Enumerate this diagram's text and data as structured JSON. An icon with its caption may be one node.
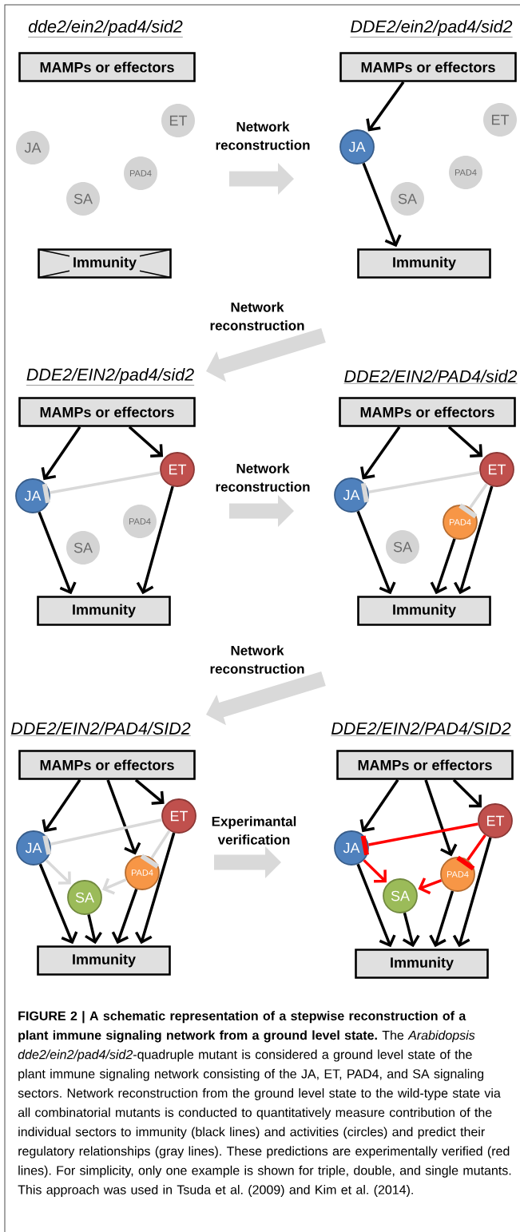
{
  "diagram": {
    "nodes": [
      {
        "text": [
          "MAMPs or effectors"
        ]
      },
      {
        "text": [
          "JA"
        ]
      },
      {
        "text": [
          "ET"
        ]
      },
      {
        "text": [
          "PAD4"
        ]
      },
      {
        "text": [
          "SA"
        ]
      },
      {
        "text": [
          "Immunity"
        ]
      },
      {
        "text": [
          "MAMPs or effectors"
        ]
      },
      {
        "text": [
          "JA"
        ]
      },
      {
        "text": [
          "ET"
        ]
      },
      {
        "text": [
          "PAD4"
        ]
      },
      {
        "text": [
          "SA"
        ]
      },
      {
        "text": [
          "Immunity"
        ]
      },
      {
        "text": [
          "MAMPs or effectors"
        ]
      },
      {
        "text": [
          "JA"
        ]
      },
      {
        "text": [
          "ET"
        ]
      },
      {
        "text": [
          "PAD4"
        ]
      },
      {
        "text": [
          "SA"
        ]
      },
      {
        "text": [
          "Immunity"
        ]
      },
      {
        "text": [
          "MAMPs or effectors"
        ]
      },
      {
        "text": [
          "JA"
        ]
      },
      {
        "text": [
          "ET"
        ]
      },
      {
        "text": [
          "PAD4"
        ]
      },
      {
        "text": [
          "SA"
        ]
      },
      {
        "text": [
          "Immunity"
        ]
      },
      {
        "text": [
          "MAMPs or effectors"
        ]
      },
      {
        "text": [
          "JA"
        ]
      },
      {
        "text": [
          "ET"
        ]
      },
      {
        "text": [
          "PAD4"
        ]
      },
      {
        "text": [
          "SA"
        ]
      },
      {
        "text": [
          "Immunity"
        ]
      },
      {
        "text": [
          "MAMPs or effectors"
        ]
      },
      {
        "text": [
          "JA"
        ]
      },
      {
        "text": [
          "ET"
        ]
      },
      {
        "text": [
          "PAD4"
        ]
      },
      {
        "text": [
          "SA"
        ]
      },
      {
        "text": [
          "Immunity"
        ]
      }
    ],
    "edges": [
      {
        "from": 6,
        "to": 7,
        "arrow": "to"
      },
      {
        "from": 7,
        "to": 11,
        "arrow": "to"
      },
      {
        "from": 12,
        "to": 13,
        "arrow": "to"
      },
      {
        "from": 12,
        "to": 14,
        "arrow": "to"
      },
      {
        "from": 14,
        "to": 13,
        "arrow": "other",
        "color": "#d9d9d9"
      },
      {
        "from": 13,
        "to": 17,
        "arrow": "to"
      },
      {
        "from": 14,
        "to": 17,
        "arrow": "to"
      },
      {
        "from": 18,
        "to": 19,
        "arrow": "to"
      },
      {
        "from": 18,
        "to": 20,
        "arrow": "to"
      },
      {
        "from": 20,
        "to": 19,
        "arrow": "other",
        "color": "#d9d9d9"
      },
      {
        "from": 20,
        "to": 21,
        "arrow": "other",
        "color": "#d9d9d9"
      },
      {
        "from": 19,
        "to": 23,
        "arrow": "to"
      },
      {
        "from": 21,
        "to": 23,
        "arrow": "to"
      },
      {
        "from": 20,
        "to": 23,
        "arrow": "to"
      },
      {
        "from": 24,
        "to": 25,
        "arrow": "to"
      },
      {
        "from": 24,
        "to": 27,
        "arrow": "to"
      },
      {
        "from": 24,
        "to": 26,
        "arrow": "to"
      },
      {
        "from": 26,
        "to": 25,
        "arrow": "other",
        "color": "#d9d9d9"
      },
      {
        "from": 26,
        "to": 27,
        "arrow": "other",
        "color": "#d9d9d9"
      },
      {
        "from": 25,
        "to": 28,
        "arrow": "to",
        "color": "#d9d9d9"
      },
      {
        "from": 27,
        "to": 28,
        "arrow": "to",
        "color": "#d9d9d9"
      },
      {
        "from": 25,
        "to": 29,
        "arrow": "to"
      },
      {
        "from": 28,
        "to": 29,
        "arrow": "to"
      },
      {
        "from": 27,
        "to": 29,
        "arrow": "to"
      },
      {
        "from": 26,
        "to": 29,
        "arrow": "to"
      },
      {
        "from": 30,
        "to": 31,
        "arrow": "to"
      },
      {
        "from": 30,
        "to": 33,
        "arrow": "to"
      },
      {
        "from": 30,
        "to": 32,
        "arrow": "to"
      },
      {
        "from": 32,
        "to": 31,
        "arrow": "other",
        "color": "#ff0000"
      },
      {
        "from": 32,
        "to": 33,
        "arrow": "other",
        "color": "#ff0000"
      },
      {
        "from": 31,
        "to": 34,
        "arrow": "to",
        "color": "#ff0000"
      },
      {
        "from": 33,
        "to": 34,
        "arrow": "to",
        "color": "#ff0000"
      },
      {
        "from": 31,
        "to": 35,
        "arrow": "to"
      },
      {
        "from": 34,
        "to": 35,
        "arrow": "to"
      },
      {
        "from": 33,
        "to": 35,
        "arrow": "to"
      },
      {
        "from": 32,
        "to": 35,
        "arrow": "to"
      }
    ],
    "labels": [
      "dde2/ein2/pad4/sid2",
      "DDE2/ein2/pad4/sid2",
      "Network reconstruction",
      "Network reconstruction",
      "DDE2/EIN2/pad4/sid2",
      "DDE2/EIN2/PAD4/sid2",
      "Network reconstruction",
      "Network reconstruction",
      "DDE2/EIN2/PAD4/SID2",
      "DDE2/EIN2/PAD4/SID2",
      "Experimantal verification"
    ],
    "caption": "**FIGURE 2 | A schematic representation of a stepwise reconstruction of a plant immune signaling network from a ground level state.** The *Arabidopsis dde2/ein2/pad4/sid2*-quadruple mutant is considered a ground level state of the plant immune signaling network consisting of the JA, ET, PAD4, and SA signaling sectors. Network reconstruction from the ground level state to the wild-type state via all combinatorial mutants is conducted to quantitatively measure contribution of the individual sectors to immunity (black lines) and activities (circles) and predict their regulatory relationships (gray lines). These predictions are experimentally verified (red lines). For simplicity, only one example is shown for triple, double, and single mutants. This approach was used in Tsuda et al. (2009) and Kim et al. (2014)."
  }
}
